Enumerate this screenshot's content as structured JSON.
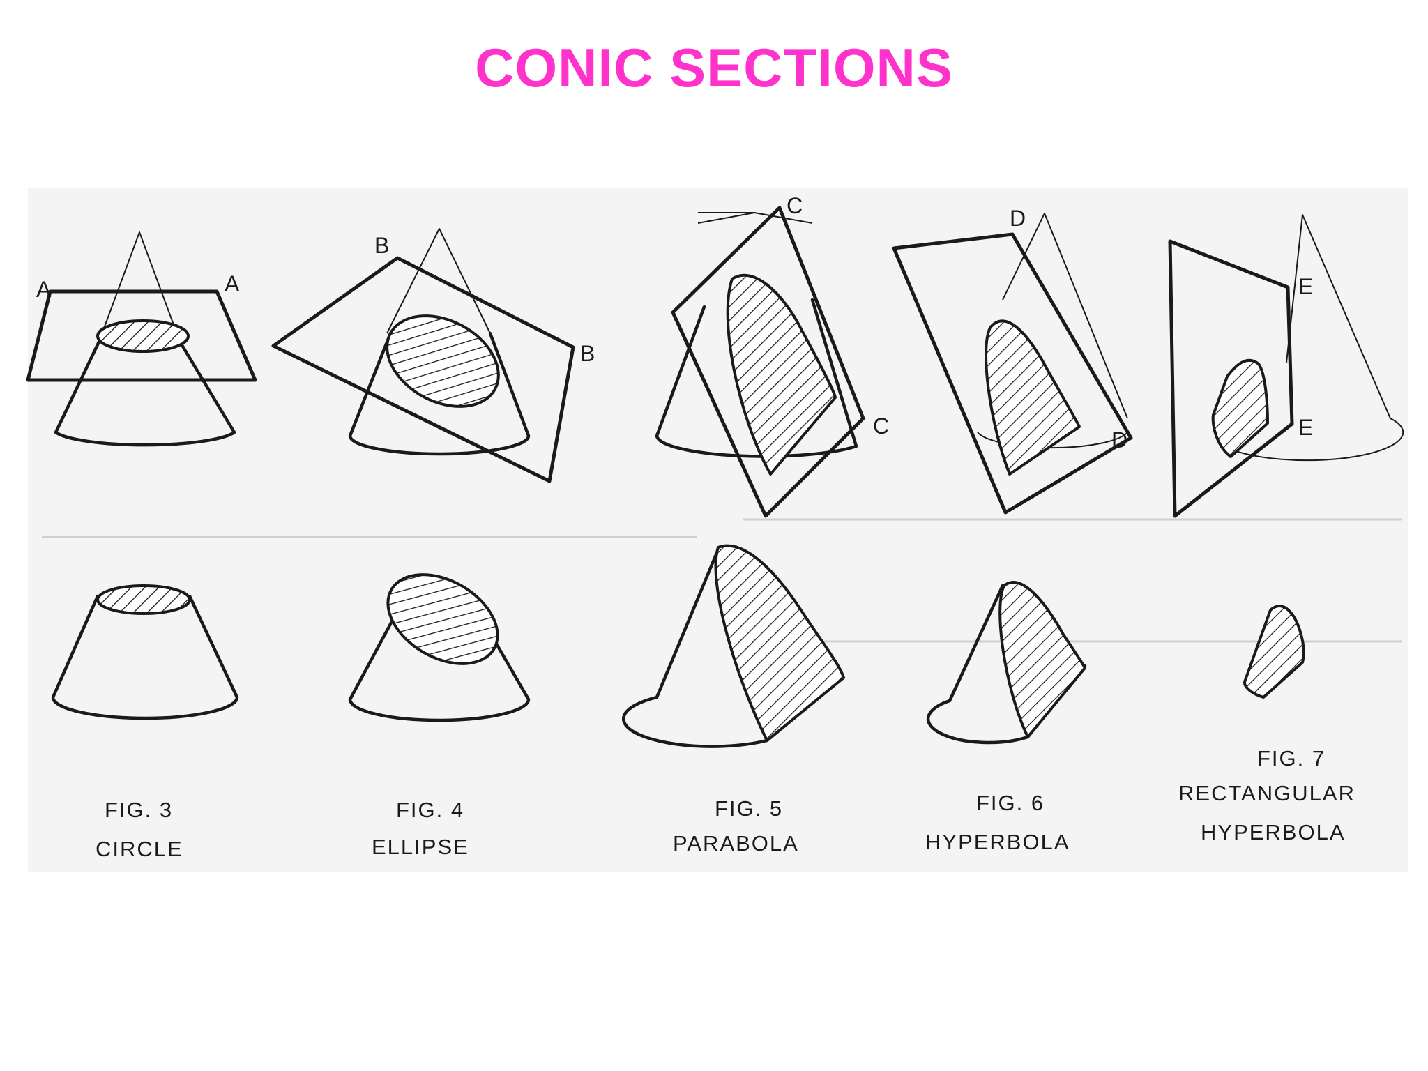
{
  "title": "CONIC SECTIONS",
  "colors": {
    "title": "#ff33cc",
    "ink": "#1a1a1a"
  },
  "figures": [
    {
      "fig": "FIG. 3",
      "name": "CIRCLE",
      "plane_labels": [
        "A",
        "A"
      ]
    },
    {
      "fig": "FIG. 4",
      "name": "ELLIPSE",
      "plane_labels": [
        "B",
        "B"
      ]
    },
    {
      "fig": "FIG. 5",
      "name": "PARABOLA",
      "plane_labels": [
        "C",
        "C"
      ]
    },
    {
      "fig": "FIG. 6",
      "name": "HYPERBOLA",
      "plane_labels": [
        "D",
        "D"
      ]
    },
    {
      "fig": "FIG. 7",
      "name": "RECTANGULAR",
      "name2": "HYPERBOLA",
      "plane_labels": [
        "E",
        "E"
      ]
    }
  ]
}
